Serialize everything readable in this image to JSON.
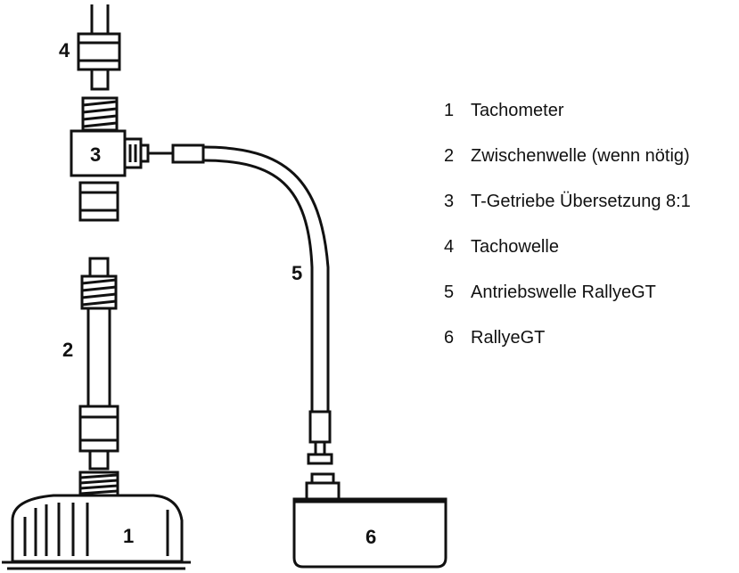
{
  "diagram_labels": [
    "1",
    "2",
    "3",
    "4",
    "5",
    "6"
  ],
  "legend": [
    {
      "num": "1",
      "text": "Tachometer"
    },
    {
      "num": "2",
      "text": "Zwischenwelle (wenn nötig)"
    },
    {
      "num": "3",
      "text": "T-Getriebe Übersetzung 8:1"
    },
    {
      "num": "4",
      "text": "Tachowelle"
    },
    {
      "num": "5",
      "text": "Antriebswelle RallyeGT"
    },
    {
      "num": "6",
      "text": "RallyeGT"
    }
  ]
}
